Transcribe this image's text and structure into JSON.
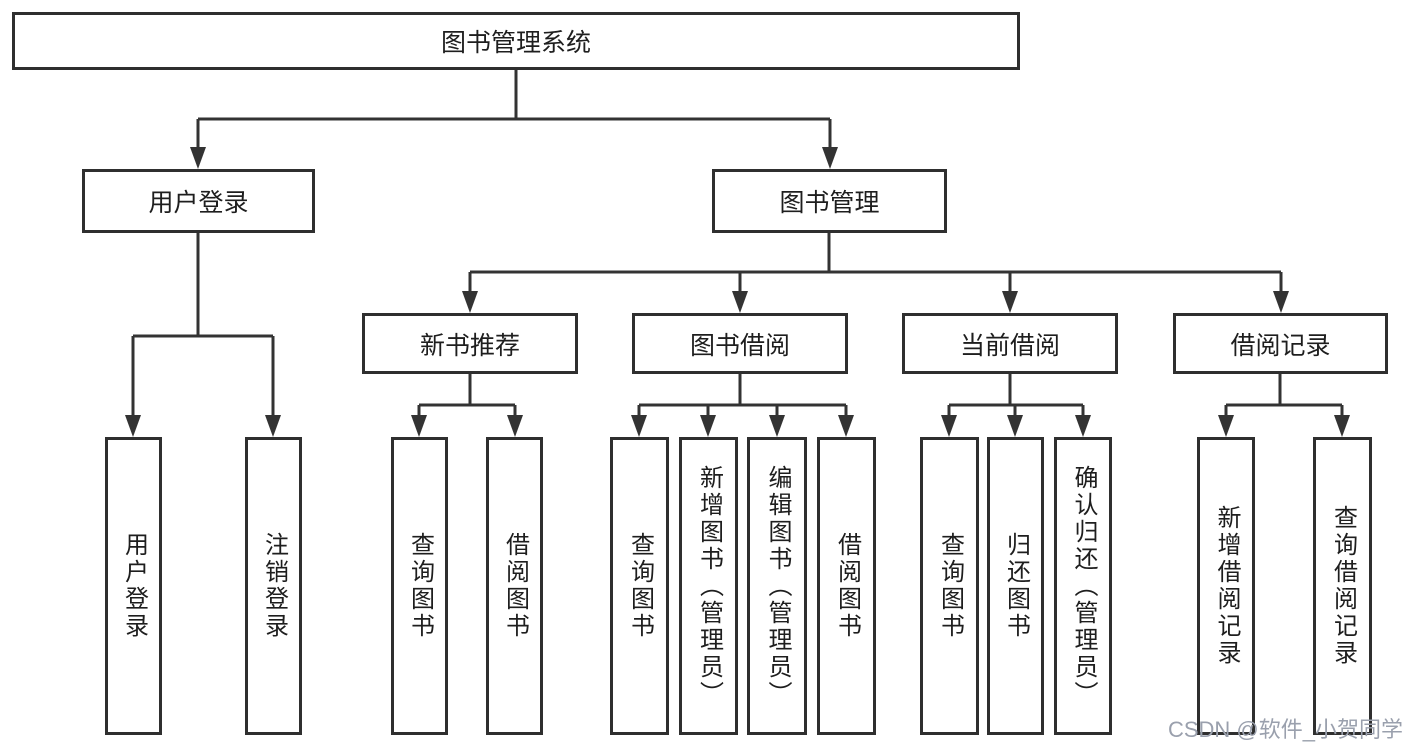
{
  "colors": {
    "background": "#ffffff",
    "line": "#333333",
    "box_border": "#2f2f2f",
    "text": "#1e1e1e",
    "watermark": "#9aa0ad"
  },
  "tree": {
    "label": "图书管理系统",
    "children": [
      {
        "label": "用户登录",
        "children": [
          {
            "label": "用户登录"
          },
          {
            "label": "注销登录"
          }
        ]
      },
      {
        "label": "图书管理",
        "children": [
          {
            "label": "新书推荐",
            "children": [
              {
                "label": "查询图书"
              },
              {
                "label": "借阅图书"
              }
            ]
          },
          {
            "label": "图书借阅",
            "children": [
              {
                "label": "查询图书"
              },
              {
                "label": "新增图书（管理员）"
              },
              {
                "label": "编辑图书（管理员）"
              },
              {
                "label": "借阅图书"
              }
            ]
          },
          {
            "label": "当前借阅",
            "children": [
              {
                "label": "查询图书"
              },
              {
                "label": "归还图书"
              },
              {
                "label": "确认归还（管理员）"
              }
            ]
          },
          {
            "label": "借阅记录",
            "children": [
              {
                "label": "新增借阅记录"
              },
              {
                "label": "查询借阅记录"
              }
            ]
          }
        ]
      }
    ]
  },
  "watermark": "CSDN @软件_小贺同学"
}
